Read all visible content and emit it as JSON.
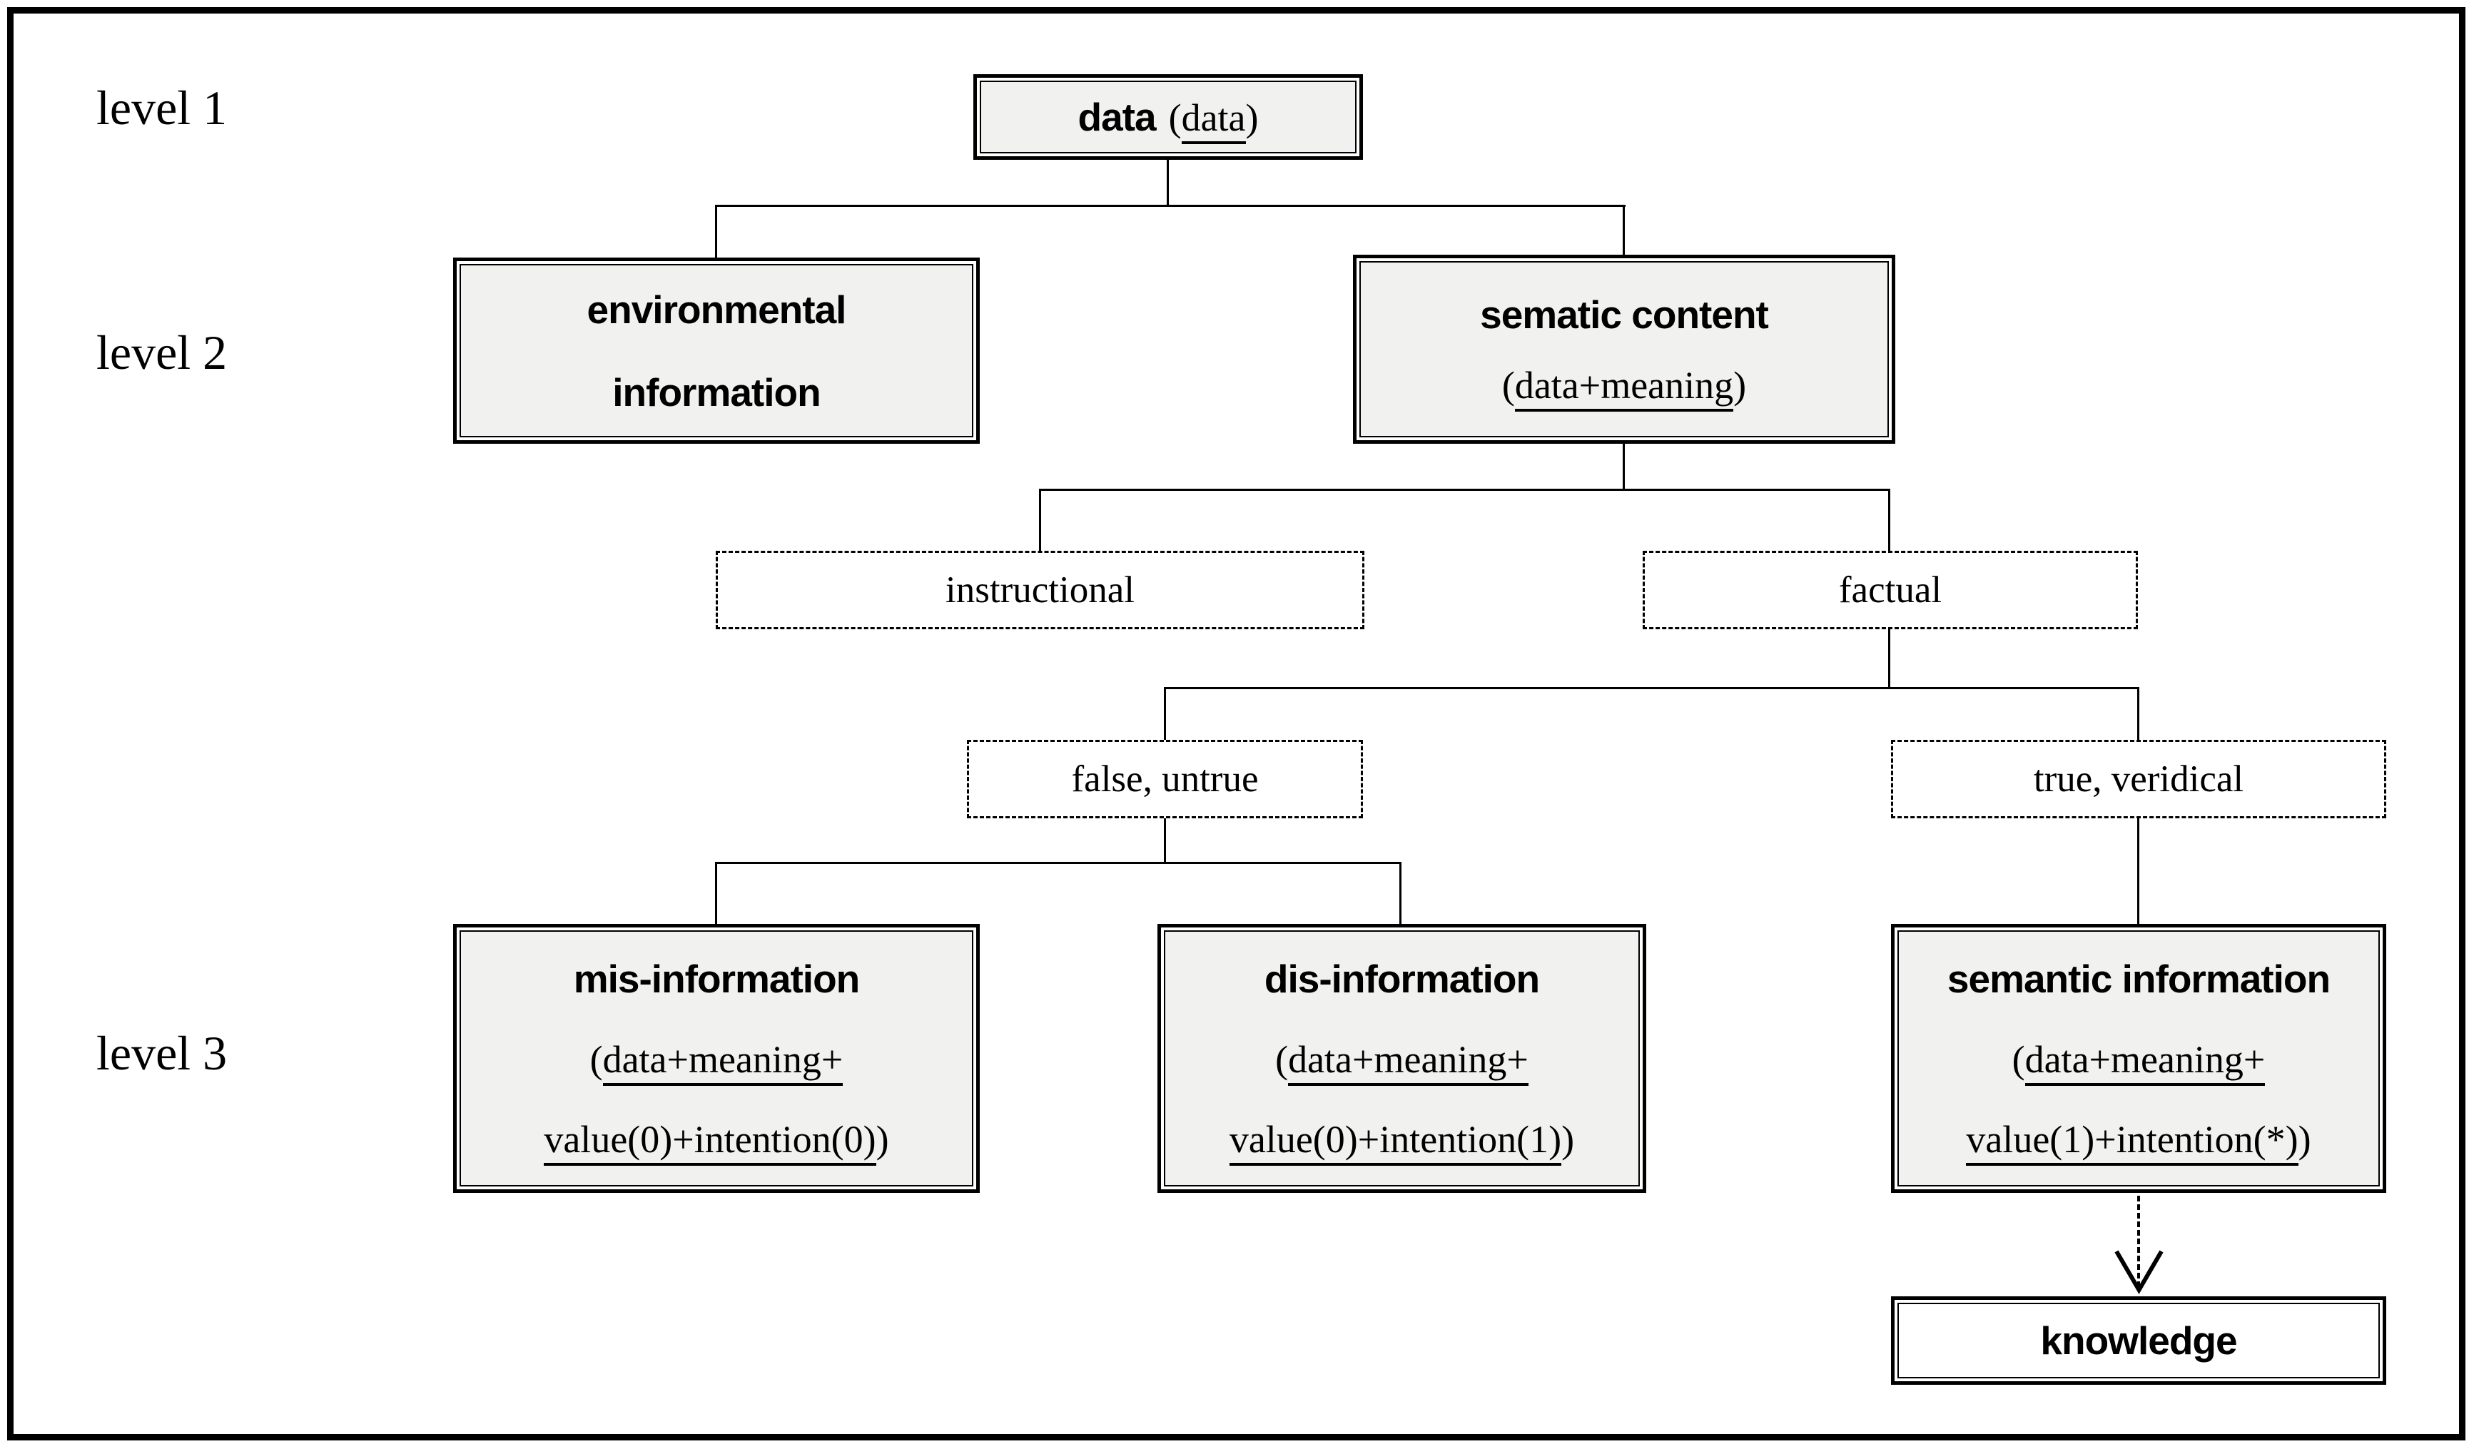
{
  "colors": {
    "background": "#ffffff",
    "line": "#000000",
    "node_fill": "#f1f1ef"
  },
  "levels": {
    "l1": "level 1",
    "l2": "level 2",
    "l3": "level 3"
  },
  "nodes": {
    "data": {
      "title": "data",
      "open": "(",
      "underlined": "data",
      "close": ")"
    },
    "environmental": {
      "line1": "environmental",
      "line2": "information"
    },
    "sematic_content": {
      "title": "sematic content",
      "open": "(",
      "underlined": "data+meaning",
      "close": ")"
    },
    "instructional": {
      "label": "instructional"
    },
    "factual": {
      "label": "factual"
    },
    "false_untrue": {
      "label": "false, untrue"
    },
    "true_veridical": {
      "label": "true, veridical"
    },
    "mis_information": {
      "title": "mis-information",
      "open": "(",
      "line1_underlined": "data+meaning+",
      "line2_underlined": "value(0)+intention(0)",
      "close": ")"
    },
    "dis_information": {
      "title": "dis-information",
      "open": "(",
      "line1_underlined": "data+meaning+",
      "line2_underlined": "value(0)+intention(1)",
      "close": ")"
    },
    "semantic_information": {
      "title": "semantic information",
      "open": "(",
      "line1_underlined": "data+meaning+",
      "line2_underlined": "value(1)+intention(*)",
      "close": ")"
    },
    "knowledge": {
      "title": "knowledge"
    }
  }
}
